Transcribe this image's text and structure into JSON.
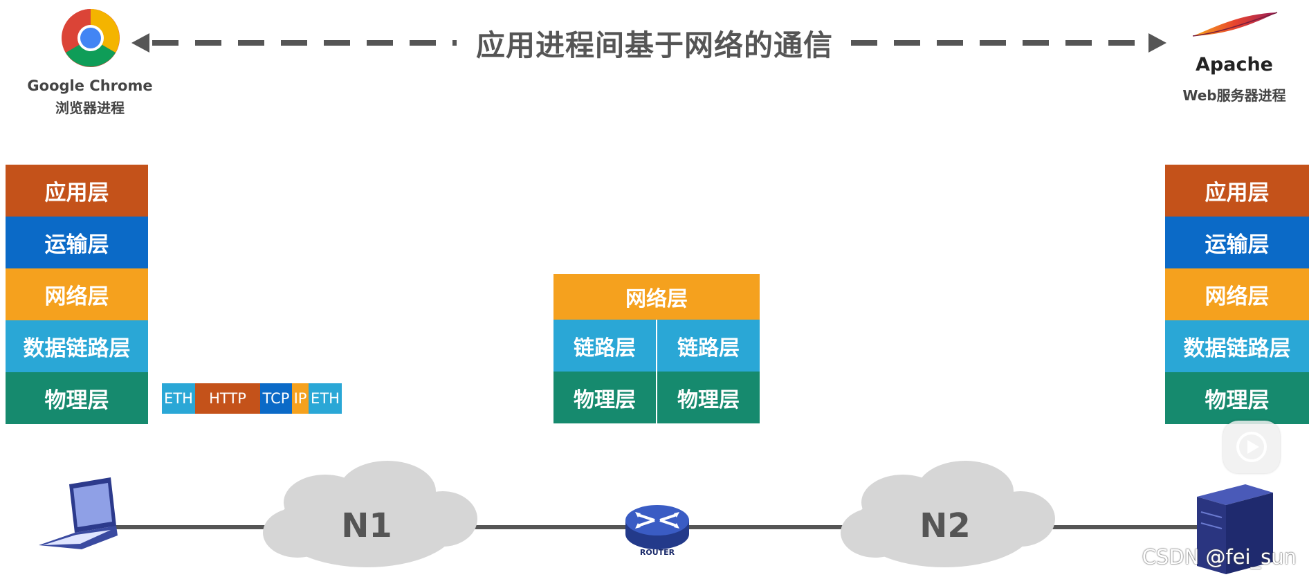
{
  "title": "应用进程间基于网络的通信",
  "client": {
    "app_name": "Google Chrome",
    "process_label": "浏览器进程"
  },
  "server": {
    "app_name": "Apache",
    "process_label": "Web服务器进程"
  },
  "client_stack": [
    "应用层",
    "运输层",
    "网络层",
    "数据链路层",
    "物理层"
  ],
  "server_stack": [
    "应用层",
    "运输层",
    "网络层",
    "数据链路层",
    "物理层"
  ],
  "router_stack": {
    "network": "网络层",
    "link_left": "链路层",
    "link_right": "链路层",
    "physical_left": "物理层",
    "physical_right": "物理层"
  },
  "packet": [
    "ETH",
    "HTTP",
    "TCP",
    "IP",
    "ETH"
  ],
  "networks": [
    "N1",
    "N2"
  ],
  "router_label": "ROUTER",
  "watermark": "CSDN @fei_sun",
  "colors": {
    "application": "#c4521a",
    "transport": "#0b6ac7",
    "network": "#f5a11e",
    "link": "#2aa7d6",
    "physical": "#168a6e"
  }
}
